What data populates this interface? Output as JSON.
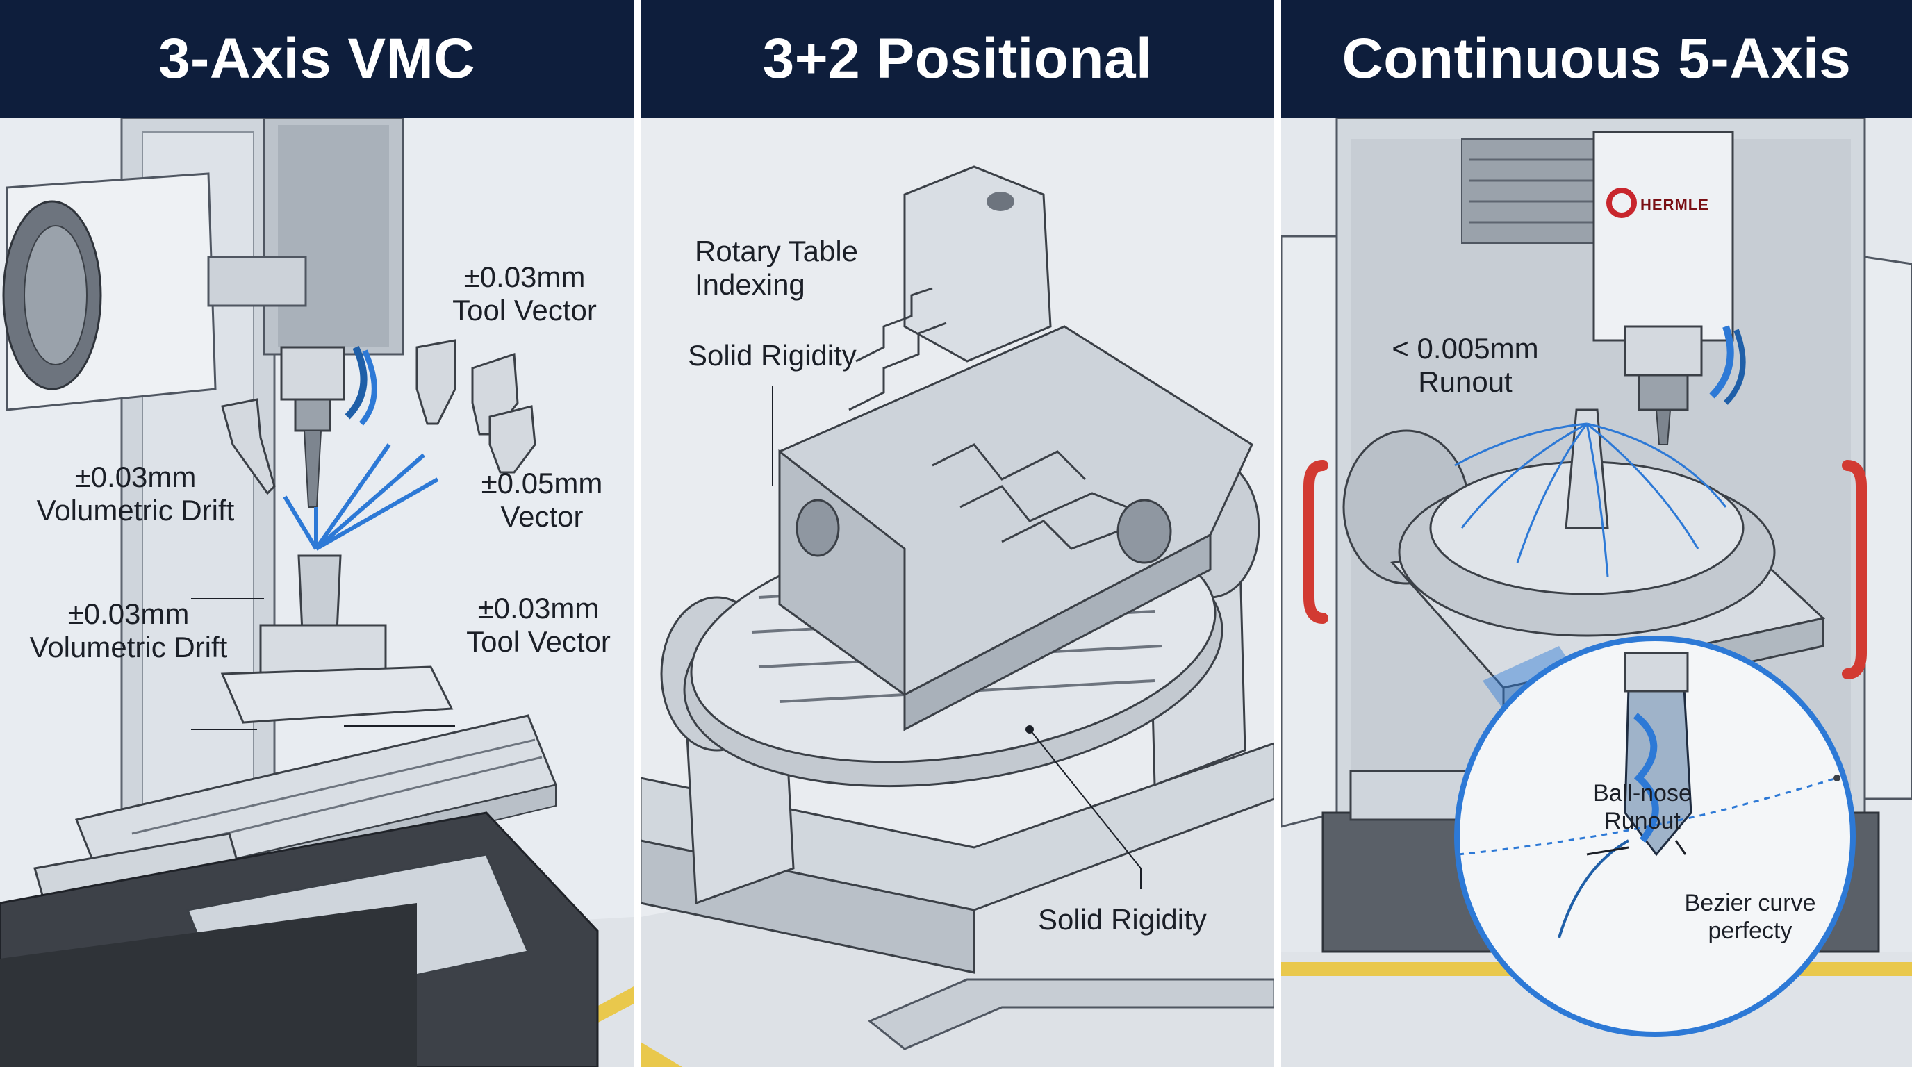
{
  "panels": [
    {
      "title": "3-Axis VMC",
      "labels": {
        "tool_vector_top": [
          "±0.03mm",
          "Tool Vector"
        ],
        "volumetric_drift_top": [
          "±0.03mm",
          "Volumetric Drift"
        ],
        "vector_right": [
          "±0.05mm",
          "Vector"
        ],
        "volumetric_drift_bottom": [
          "±0.03mm",
          "Volumetric Drift"
        ],
        "tool_vector_bottom": [
          "±0.03mm",
          "Tool Vector"
        ]
      }
    },
    {
      "title": "3+2 Positional",
      "labels": {
        "rotary_table": [
          "Rotary Table",
          "Indexing"
        ],
        "solid_rigidity_top": "Solid Rigidity",
        "solid_rigidity_bottom": "Solid Rigidity"
      }
    },
    {
      "title": "Continuous 5-Axis",
      "labels": {
        "runout": [
          "< 0.005mm",
          "Runout"
        ],
        "ballnose": [
          "Ball-nose",
          "Runout"
        ],
        "bezier": [
          "Bezier curve",
          "perfecty"
        ],
        "brand": "HERMLE"
      }
    }
  ],
  "colors": {
    "header_bg": "#0e1e3c",
    "accent_blue": "#2d79d6",
    "floor_stripe": "#e9c84c",
    "door_handle": "#d23a32"
  }
}
